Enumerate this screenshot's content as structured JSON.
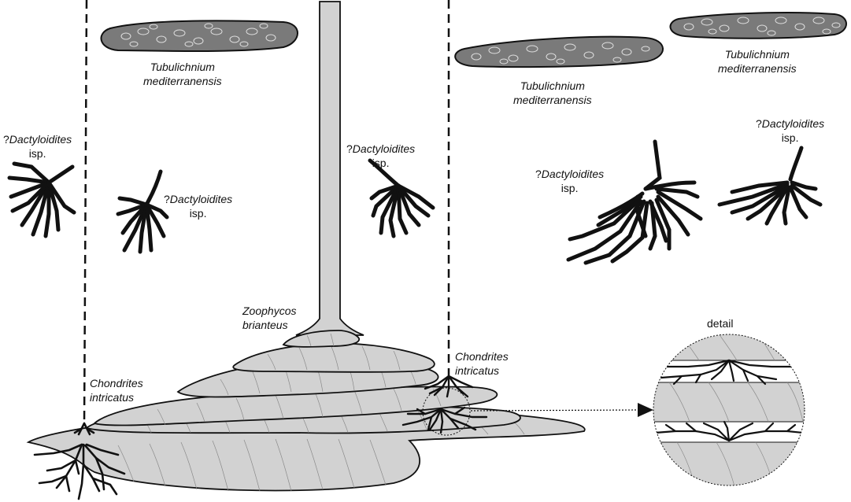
{
  "labels": {
    "tub_left_1": "Tubulichnium",
    "tub_left_2": "mediterranensis",
    "tub_mid_1": "Tubulichnium",
    "tub_mid_2": "mediterranensis",
    "tub_right_1": "Tubulichnium",
    "tub_right_2": "mediterranensis",
    "dact_prefix": "?",
    "dact_name": "Dactyloidites",
    "dact_isp": "isp.",
    "zoophycos_1": "Zoophycos",
    "zoophycos_2": "brianteus",
    "chondrites_1": "Chondrites",
    "chondrites_2": "intricatus",
    "detail": "detail"
  },
  "colors": {
    "burrow_fill": "#d2d2d2",
    "pellet_fill": "#7a7a7a",
    "trace_black": "#111111"
  }
}
